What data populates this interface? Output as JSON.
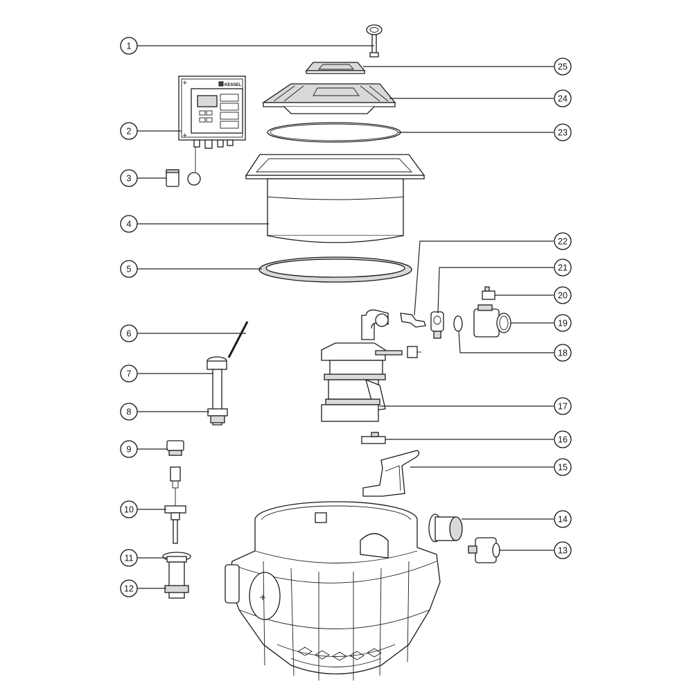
{
  "callouts": {
    "left": [
      "1",
      "2",
      "3",
      "4",
      "5",
      "6",
      "7",
      "8",
      "9",
      "10",
      "11",
      "12"
    ],
    "right": [
      "25",
      "24",
      "23",
      "22",
      "21",
      "20",
      "19",
      "18",
      "17",
      "16",
      "15",
      "14",
      "13"
    ]
  },
  "device": {
    "brand": "KESSEL"
  }
}
